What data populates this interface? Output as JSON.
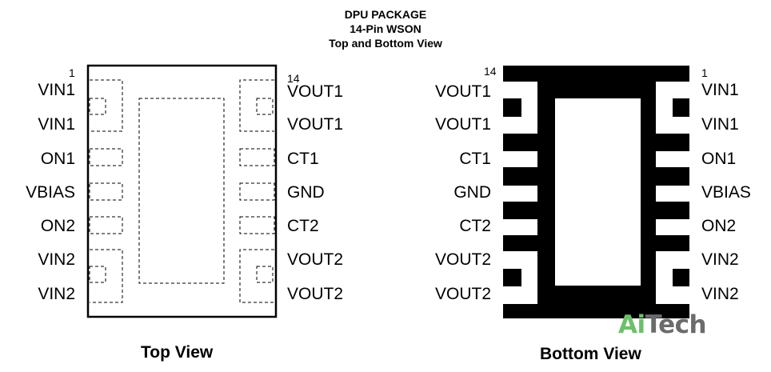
{
  "title": {
    "line1": "DPU PACKAGE",
    "line2": "14-Pin WSON",
    "line3": "Top and Bottom View"
  },
  "top_view": {
    "caption": "Top View",
    "pin_first": "1",
    "pin_last": "14",
    "left_pins": [
      "VIN1",
      "VIN1",
      "ON1",
      "VBIAS",
      "ON2",
      "VIN2",
      "VIN2"
    ],
    "right_pins": [
      "VOUT1",
      "VOUT1",
      "CT1",
      "GND",
      "CT2",
      "VOUT2",
      "VOUT2"
    ]
  },
  "bottom_view": {
    "caption": "Bottom View",
    "pin_first": "14",
    "pin_last": "1",
    "left_pins": [
      "VOUT1",
      "VOUT1",
      "CT1",
      "GND",
      "CT2",
      "VOUT2",
      "VOUT2"
    ],
    "right_pins": [
      "VIN1",
      "VIN1",
      "ON1",
      "VBIAS",
      "ON2",
      "VIN2",
      "VIN2"
    ]
  },
  "watermark": {
    "part1": "Ai",
    "part2": "Tech"
  }
}
